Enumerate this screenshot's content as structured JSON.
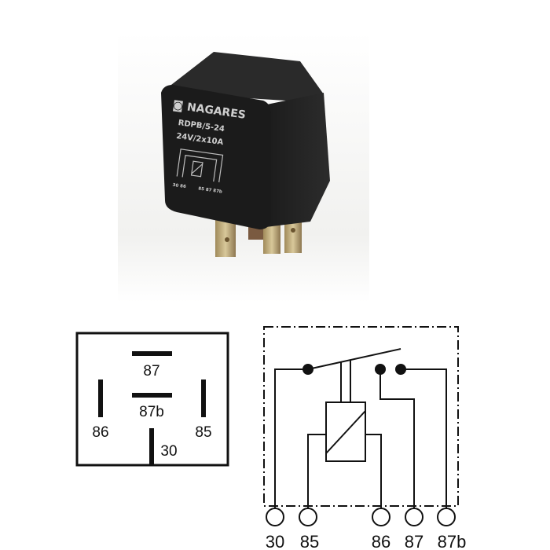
{
  "product": {
    "brand": "NAGARES",
    "model": "RDPB/5-24",
    "rating": "24V/2x10A",
    "pin_print_left": "30 86",
    "pin_print_right": "85 87 87b"
  },
  "pinout_diagram": {
    "pins": [
      "87",
      "87b",
      "86",
      "85",
      "30"
    ]
  },
  "schematic": {
    "terminals": [
      "30",
      "85",
      "86",
      "87",
      "87b"
    ]
  }
}
